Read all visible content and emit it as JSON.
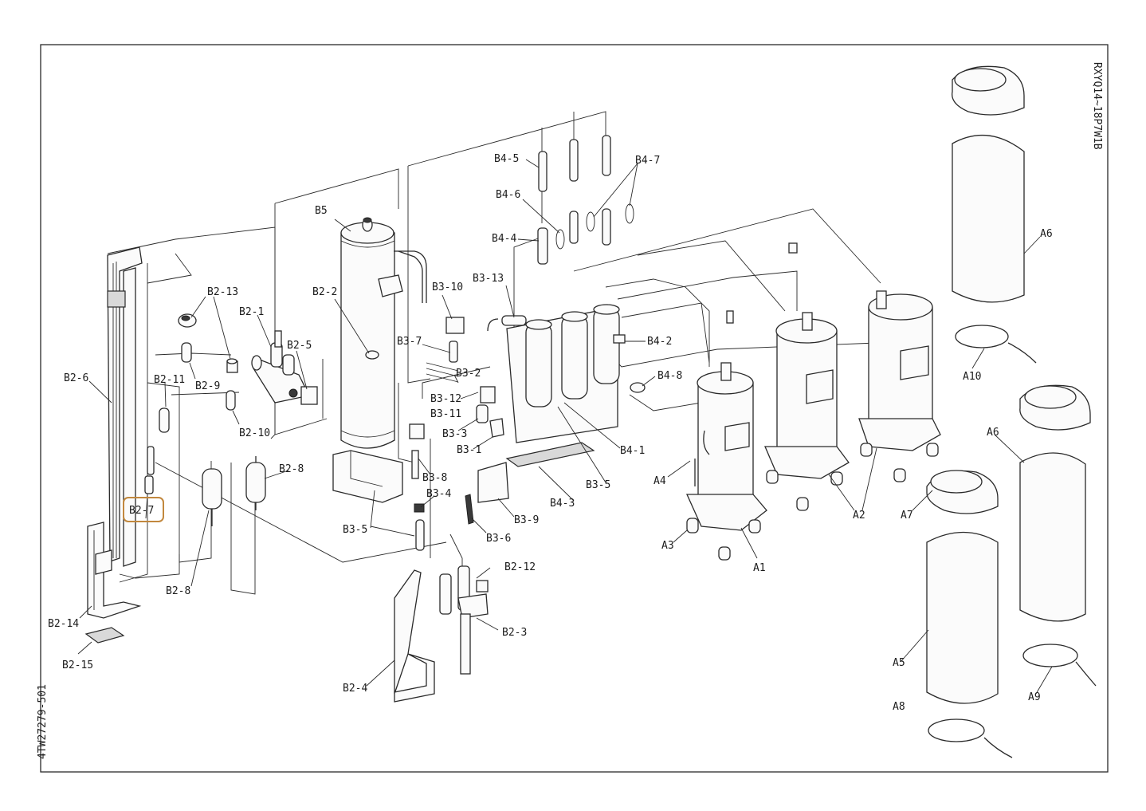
{
  "diagram": {
    "model_code": "RXYQ14~18P7W1B",
    "drawing_number": "4TW27279-501",
    "highlight_color": "#c2883e",
    "highlighted_label": "B2-7",
    "labels": {
      "A1": "A1",
      "A2": "A2",
      "A3": "A3",
      "A4": "A4",
      "A5": "A5",
      "A6_top": "A6",
      "A6_mid": "A6",
      "A7": "A7",
      "A8": "A8",
      "A9": "A9",
      "A10": "A10",
      "B2_1": "B2-1",
      "B2_2": "B2-2",
      "B2_3": "B2-3",
      "B2_4": "B2-4",
      "B2_5": "B2-5",
      "B2_6": "B2-6",
      "B2_7": "B2-7",
      "B2_8a": "B2-8",
      "B2_8b": "B2-8",
      "B2_9": "B2-9",
      "B2_10": "B2-10",
      "B2_11": "B2-11",
      "B2_12": "B2-12",
      "B2_13": "B2-13",
      "B2_14": "B2-14",
      "B2_15": "B2-15",
      "B3_1": "B3-1",
      "B3_2": "B3-2",
      "B3_3": "B3-3",
      "B3_4": "B3-4",
      "B3_5a": "B3-5",
      "B3_5b": "B3-5",
      "B3_6": "B3-6",
      "B3_7": "B3-7",
      "B3_8": "B3-8",
      "B3_9": "B3-9",
      "B3_10": "B3-10",
      "B3_11": "B3-11",
      "B3_12": "B3-12",
      "B3_13": "B3-13",
      "B4_1": "B4-1",
      "B4_2": "B4-2",
      "B4_3": "B4-3",
      "B4_4": "B4-4",
      "B4_5": "B4-5",
      "B4_6": "B4-6",
      "B4_7": "B4-7",
      "B4_8": "B4-8",
      "B5": "B5"
    }
  }
}
